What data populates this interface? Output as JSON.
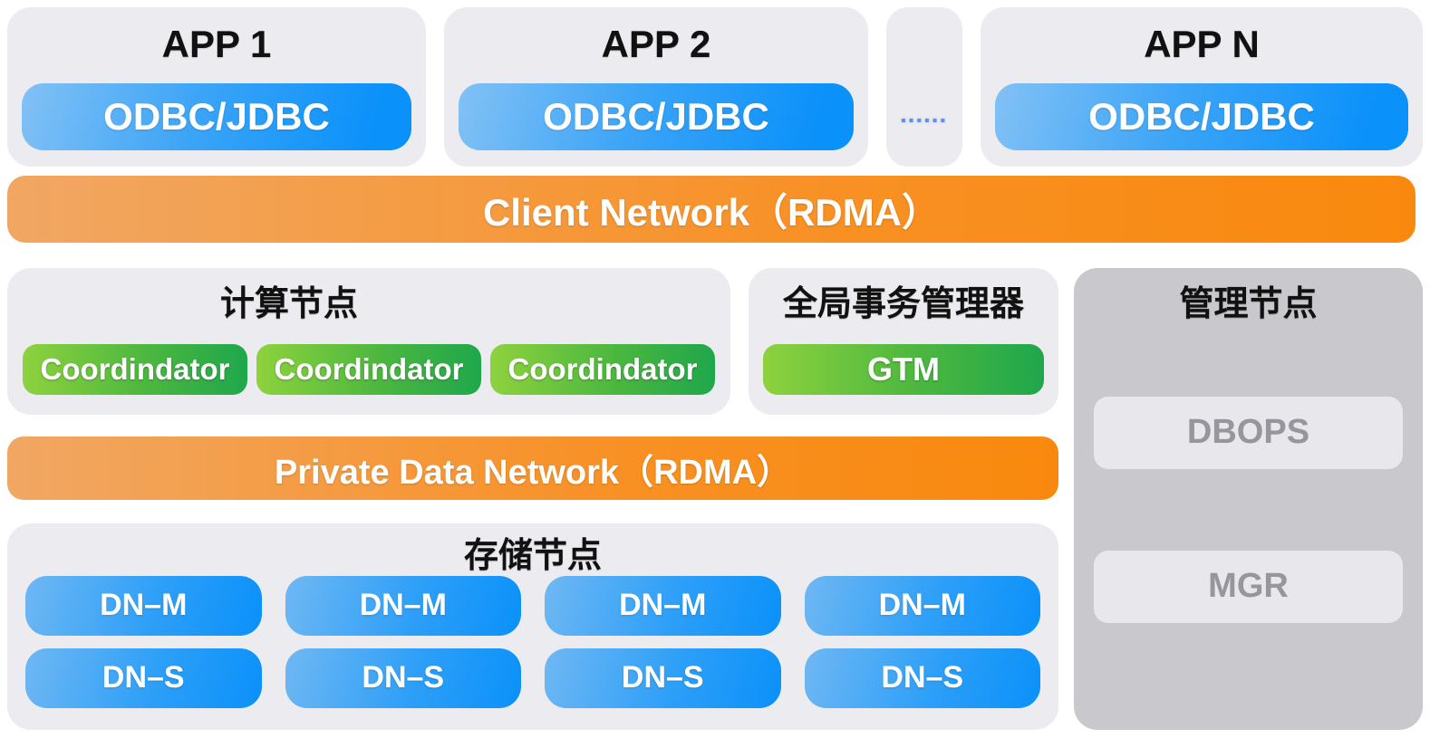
{
  "apps": {
    "items": [
      {
        "title": "APP 1",
        "connector": "ODBC/JDBC"
      },
      {
        "title": "APP 2",
        "connector": "ODBC/JDBC"
      },
      {
        "title": "APP N",
        "connector": "ODBC/JDBC"
      }
    ],
    "ellipsis": "▪▪▪▪▪▪"
  },
  "client_network": {
    "label": "Client Network（RDMA）"
  },
  "compute": {
    "title": "计算节点",
    "coordinators": [
      "Coordindator",
      "Coordindator",
      "Coordindator"
    ]
  },
  "gtm": {
    "title": "全局事务管理器",
    "button": "GTM"
  },
  "management": {
    "title": "管理节点",
    "dbops": "DBOPS",
    "mgr": "MGR"
  },
  "private_network": {
    "label": "Private Data Network（RDMA）"
  },
  "storage": {
    "title": "存储节点",
    "nodes": [
      {
        "master": "DN–M",
        "standby": "DN–S"
      },
      {
        "master": "DN–M",
        "standby": "DN–S"
      },
      {
        "master": "DN–M",
        "standby": "DN–S"
      },
      {
        "master": "DN–M",
        "standby": "DN–S"
      }
    ]
  },
  "colors": {
    "blue_start": "#82c1f5",
    "blue_end": "#0a91fa",
    "orange_start": "#f1a763",
    "orange_end": "#f9890e",
    "green_start": "#8ed23e",
    "green_end": "#1fa74c",
    "panel_gray": "#ecebef",
    "mgmt_gray": "#c9c8cd",
    "inner_gray": "#e8e7ec",
    "gray_text": "#97969c",
    "dots_blue": "#5e90ee"
  }
}
